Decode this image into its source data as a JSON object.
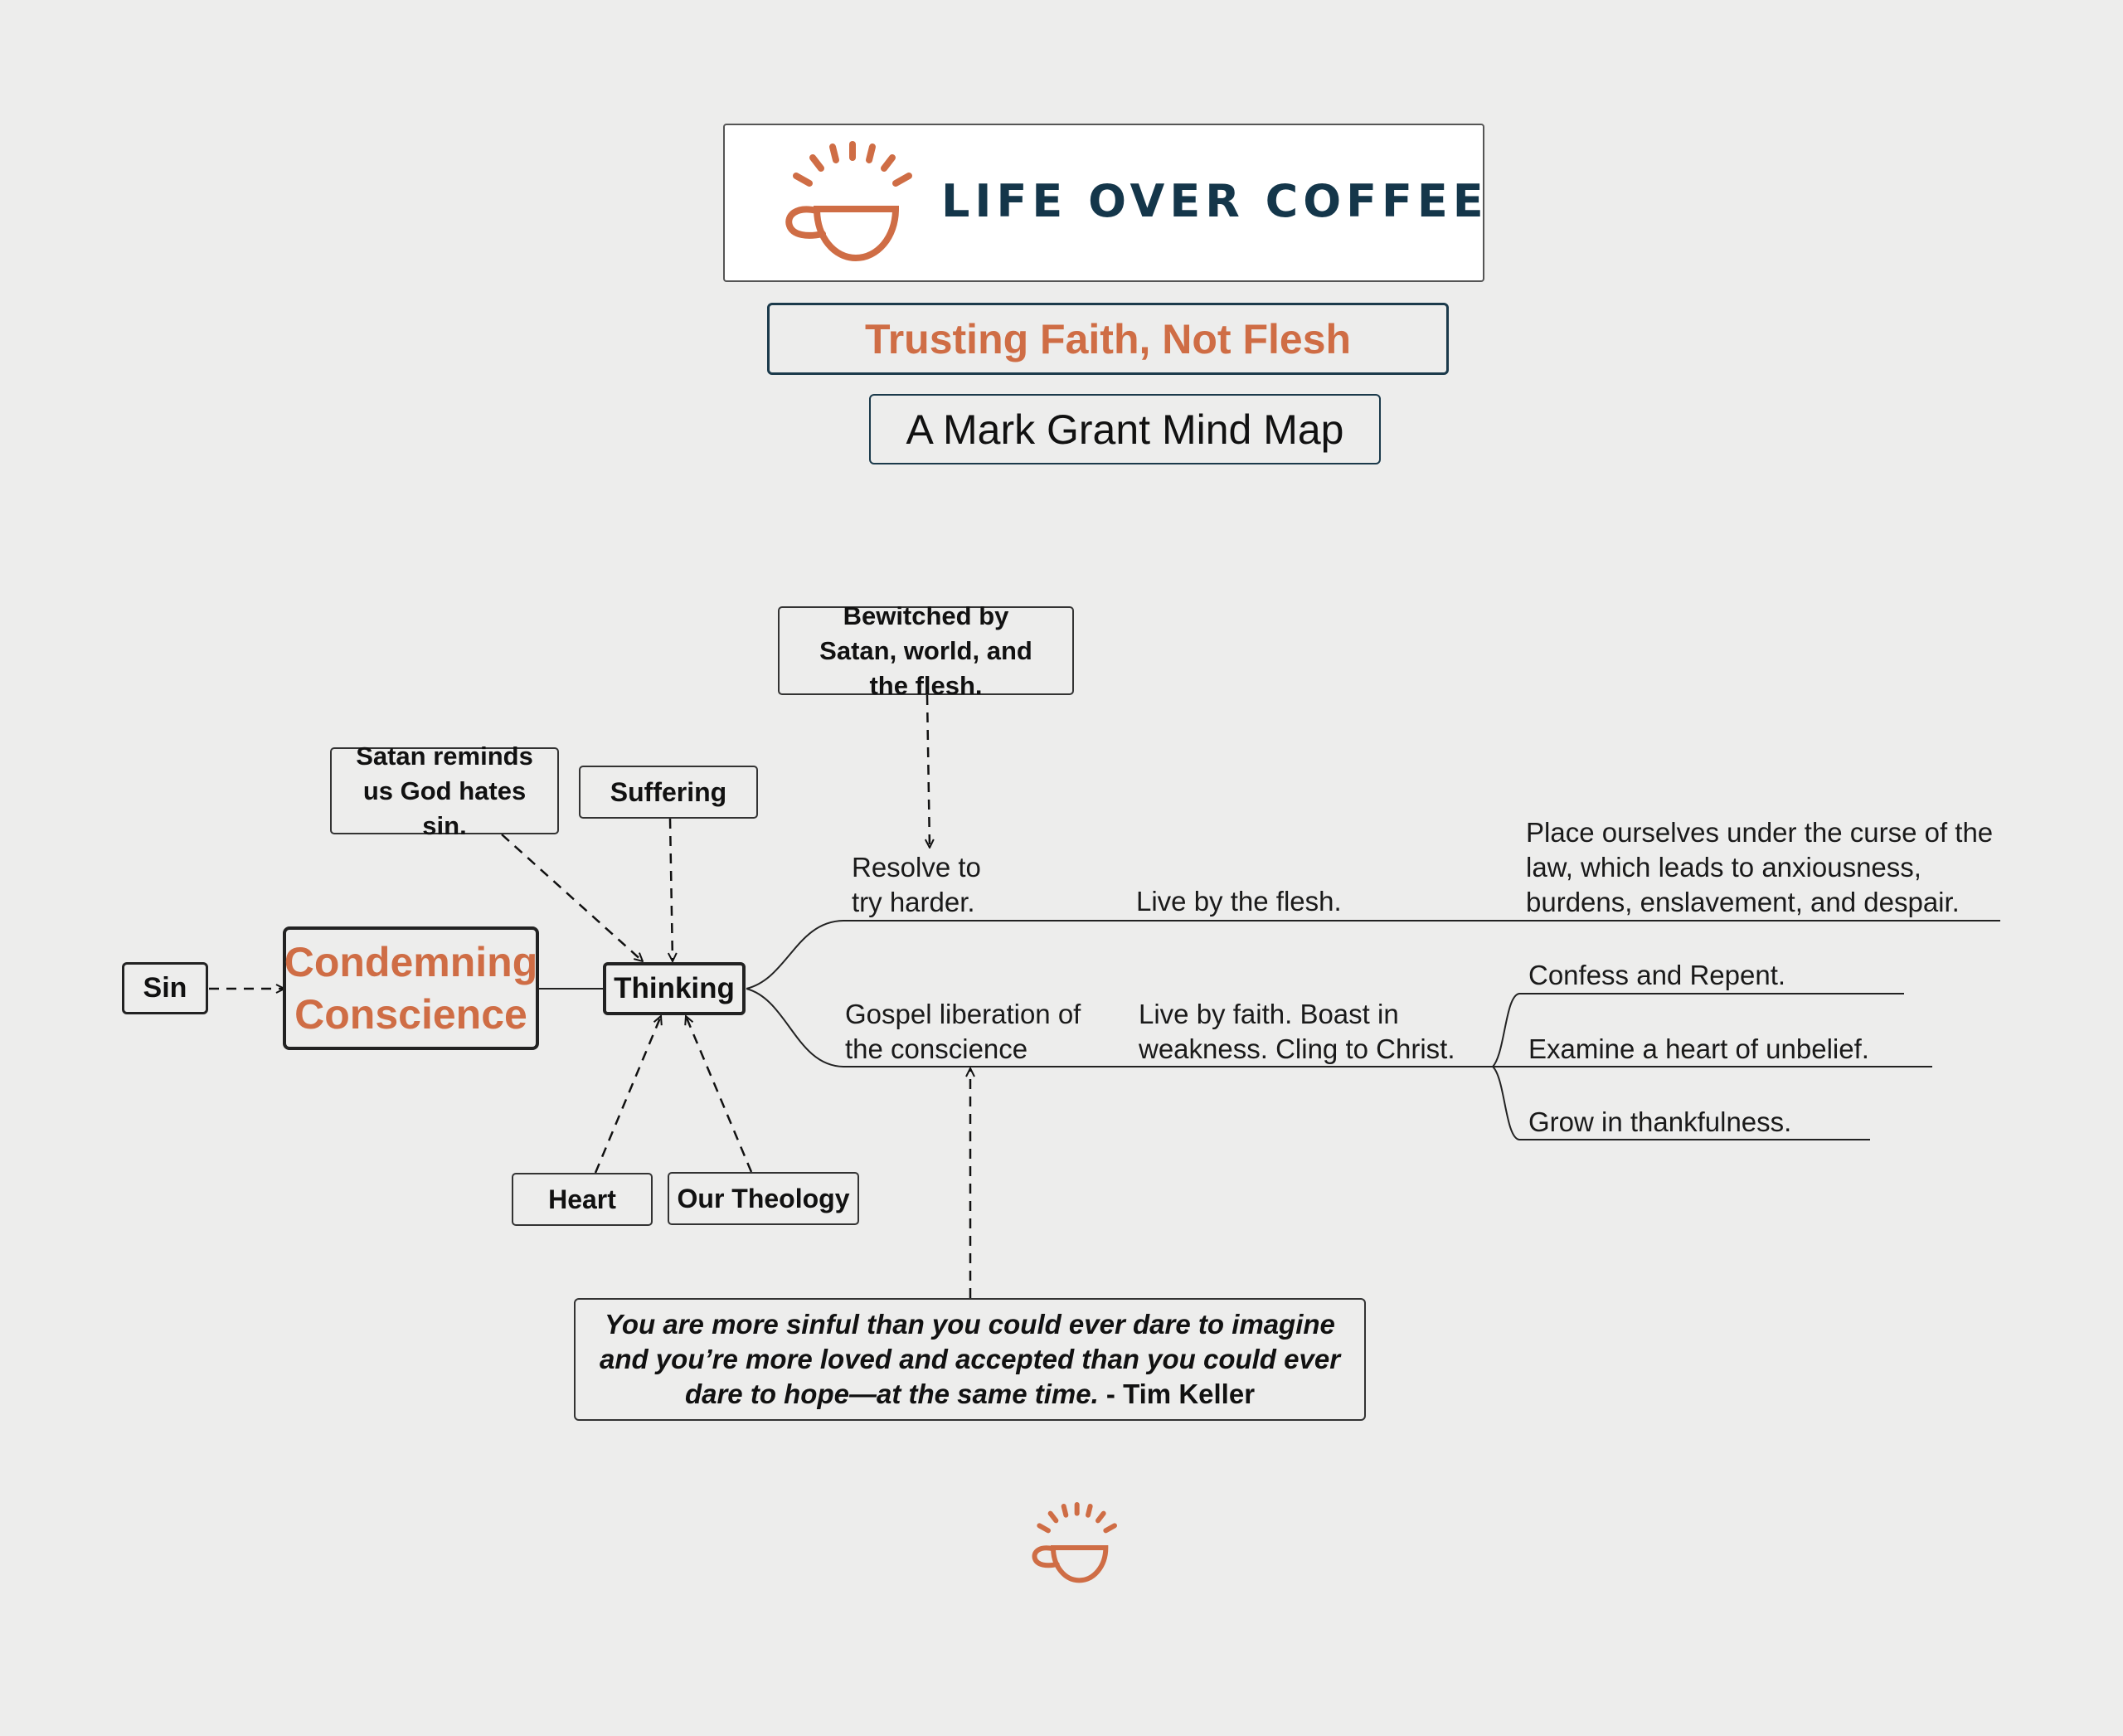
{
  "brand": {
    "name": "LIFE OVER COFFEE",
    "accent_color": "#cf6d45",
    "text_color": "#14364a",
    "logo_icon": "coffee-cup-sunrise-icon"
  },
  "title": "Trusting Faith, Not Flesh",
  "subtitle": "A Mark Grant Mind Map",
  "mindmap": {
    "central": "Condemning Conscience",
    "cause": "Sin",
    "hub": "Thinking",
    "influences_top": [
      "Satan reminds us God hates sin.",
      "Suffering"
    ],
    "influences_bottom": [
      "Heart",
      "Our Theology"
    ],
    "bewitched": "Bewitched by Satan, world, and the flesh.",
    "branches": [
      {
        "label": "Resolve to try harder.",
        "mode": "Live by the flesh.",
        "outcomes": [
          "Place ourselves under the curse of the law, which leads to anxiousness, burdens, enslavement, and despair."
        ]
      },
      {
        "label": "Gospel liberation of the conscience",
        "mode": "Live by faith. Boast in weakness. Cling to Christ.",
        "outcomes": [
          "Confess and Repent.",
          "Examine a heart of unbelief.",
          "Grow in thankfulness."
        ]
      }
    ]
  },
  "quote": {
    "text": "You are more sinful than you could ever dare to imagine and you’re more loved and accepted than you could ever dare to hope—at the same time.",
    "attribution": " - Tim Keller"
  },
  "footer": {
    "icon": "coffee-cup-sunrise-icon"
  }
}
